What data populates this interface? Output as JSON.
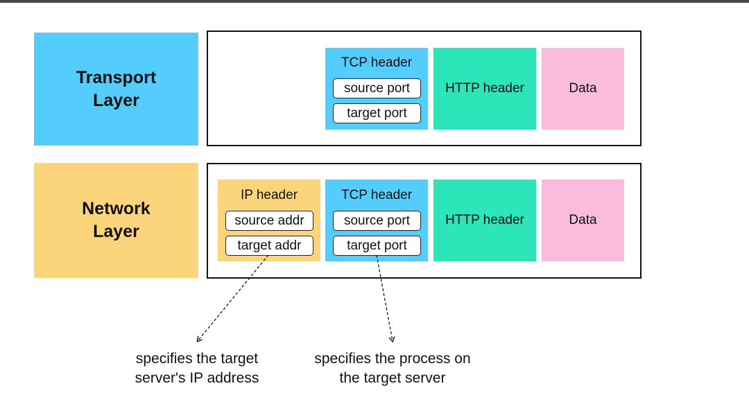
{
  "layers": {
    "transport": {
      "line1": "Transport",
      "line2": "Layer"
    },
    "network": {
      "line1": "Network",
      "line2": "Layer"
    }
  },
  "transport_frame": {
    "tcp_header": {
      "title": "TCP header",
      "fields": [
        "source port",
        "target port"
      ]
    },
    "http_header": "HTTP header",
    "data": "Data"
  },
  "network_frame": {
    "ip_header": {
      "title": "IP header",
      "fields": [
        "source addr",
        "target addr"
      ]
    },
    "tcp_header": {
      "title": "TCP header",
      "fields": [
        "source port",
        "target port"
      ]
    },
    "http_header": "HTTP header",
    "data": "Data"
  },
  "annotations": {
    "ip": {
      "line1": "specifies the target",
      "line2": "server's IP address"
    },
    "tcp": {
      "line1": "specifies the process on",
      "line2": "the target server"
    }
  },
  "colors": {
    "transport": "#55cdfc",
    "network": "#fbd47c",
    "tcp": "#55cdfc",
    "http": "#2ce5b8",
    "data": "#fbbbdd",
    "ip": "#fbd47c"
  }
}
